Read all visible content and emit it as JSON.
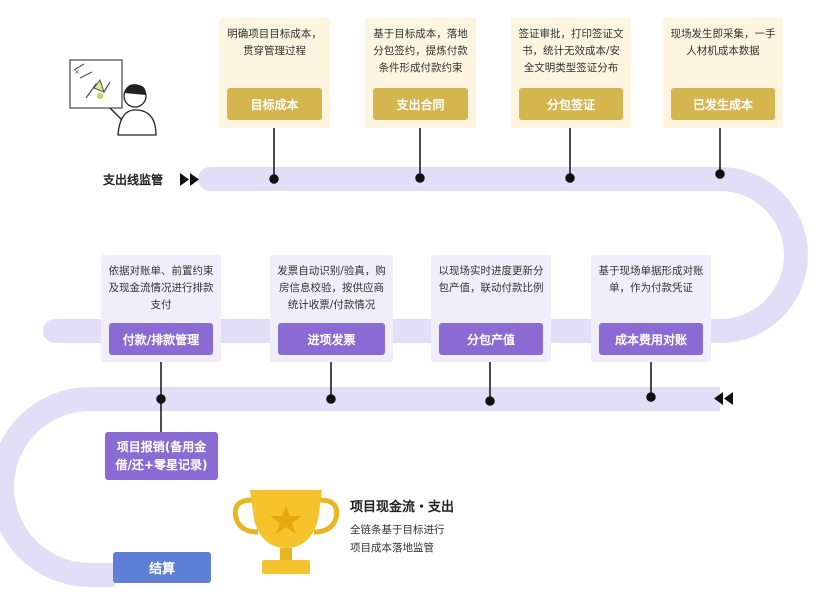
{
  "line_label": "支出线监管",
  "top_cards": [
    {
      "desc_lines": [
        "明确项目目标成本，",
        "贯穿管理过程"
      ],
      "button": "目标成本"
    },
    {
      "desc_lines": [
        "基于目标成本，落地",
        "分包签约，提炼付款",
        "条件形成付款约束"
      ],
      "button": "支出合同"
    },
    {
      "desc_lines": [
        "签证审批，打印签证文",
        "书，统计无效成本/安",
        "全文明类型签证分布"
      ],
      "button": "分包签证"
    },
    {
      "desc_lines": [
        "现场发生即采集，一手",
        "人材机成本数据"
      ],
      "button": "已发生成本"
    }
  ],
  "bottom_cards": [
    {
      "desc_lines": [
        "依据对账单、前置约束",
        "及现金流情况进行排款",
        "支付"
      ],
      "button": "付款/排款管理"
    },
    {
      "desc_lines": [
        "发票自动识别/验真，购",
        "房信息校验，按供应商",
        "统计收票/付款情况"
      ],
      "button": "进项发票"
    },
    {
      "desc_lines": [
        "以现场实时进度更新分",
        "包产值，联动付款比例"
      ],
      "button": "分包产值"
    },
    {
      "desc_lines": [
        "基于现场单据形成对账",
        "单，作为付款凭证"
      ],
      "button": "成本费用对账"
    }
  ],
  "reimburse": {
    "lines": [
      "项目报销(备用金",
      "借/还+零星记录)"
    ]
  },
  "settle": "结算",
  "summary": {
    "title": "项目现金流・支出",
    "lines": [
      "全链条基于目标进行",
      "项目成本落地监管"
    ]
  },
  "colors": {
    "track": "#e3def8",
    "gold_bg": "#fdf5df",
    "gold_btn": "#d4b54e",
    "purple_bg": "#f0eefa",
    "purple_btn": "#8a6bd3",
    "settle_btn": "#5d7fd6"
  }
}
